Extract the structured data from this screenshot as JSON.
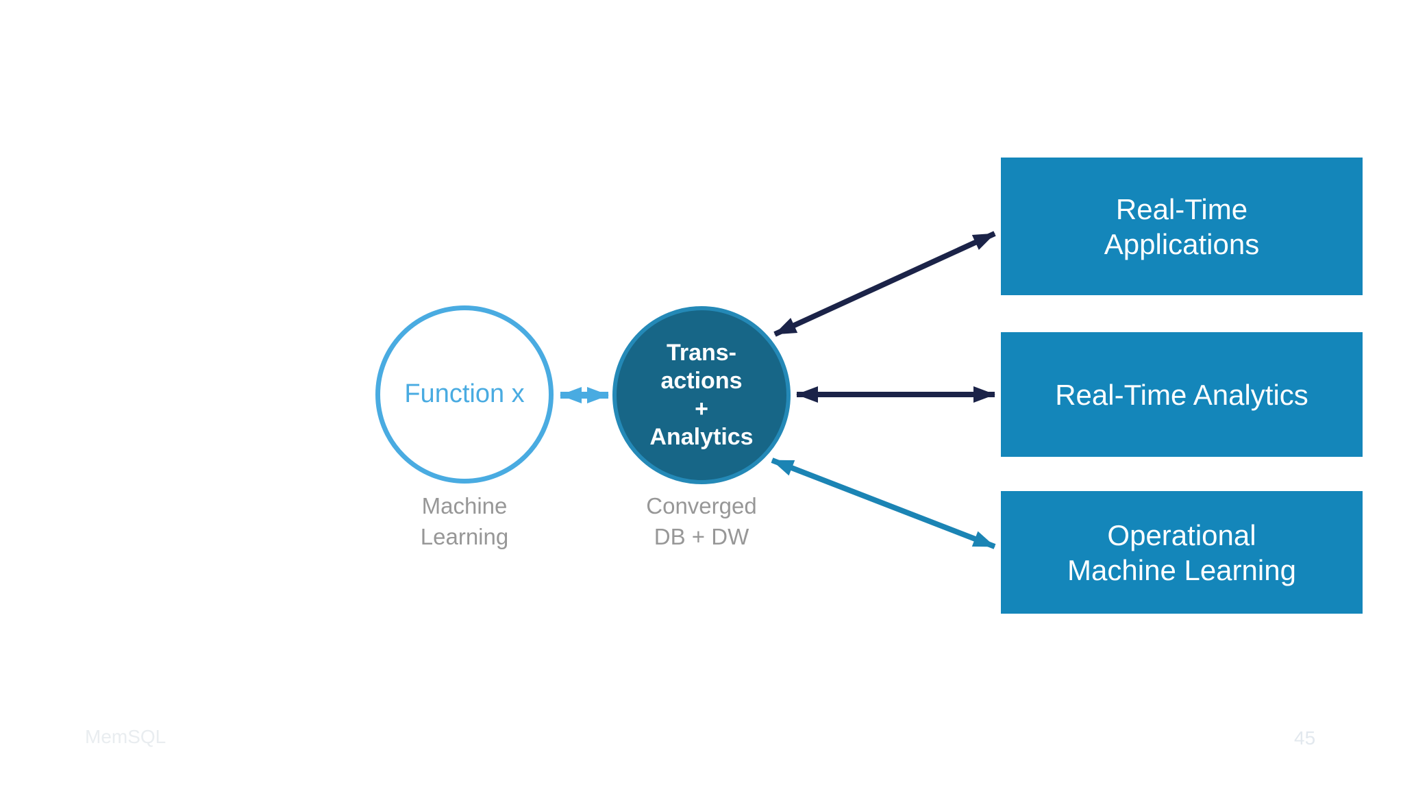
{
  "slide": {
    "footer": {
      "brand": "MemSQL",
      "page_number": "45"
    }
  },
  "diagram": {
    "left_circle": {
      "label": "Function x",
      "caption_lines": [
        "Machine",
        "Learning"
      ]
    },
    "center_circle": {
      "label_lines": [
        "Trans-",
        "actions",
        "+",
        "Analytics"
      ],
      "caption_lines": [
        "Converged",
        "DB + DW"
      ]
    },
    "boxes": [
      {
        "id": "real-time-applications",
        "lines": [
          "Real-Time",
          "Applications"
        ]
      },
      {
        "id": "real-time-analytics",
        "lines": [
          "Real-Time Analytics"
        ]
      },
      {
        "id": "operational-machine-learning",
        "lines": [
          "Operational",
          "Machine Learning"
        ]
      }
    ],
    "connections": [
      {
        "from": "function-x",
        "to": "transactions-analytics",
        "style": "double-arrow",
        "color": "#49ABE1"
      },
      {
        "from": "transactions-analytics",
        "to": "real-time-applications",
        "style": "double-arrow",
        "color": "#1B2348"
      },
      {
        "from": "transactions-analytics",
        "to": "real-time-analytics",
        "style": "double-arrow",
        "color": "#1B2348"
      },
      {
        "from": "transactions-analytics",
        "to": "operational-machine-learning",
        "style": "double-arrow",
        "color": "#1B84B4"
      }
    ],
    "colors": {
      "box_fill": "#1486BA",
      "center_circle_fill": "#176687",
      "center_circle_ring": "#2489B7",
      "light_blue": "#49ABE1",
      "navy": "#1B2348",
      "teal_arrow": "#1B84B4",
      "caption_gray": "#979797",
      "footer_gray": "#E9EDF0"
    }
  }
}
